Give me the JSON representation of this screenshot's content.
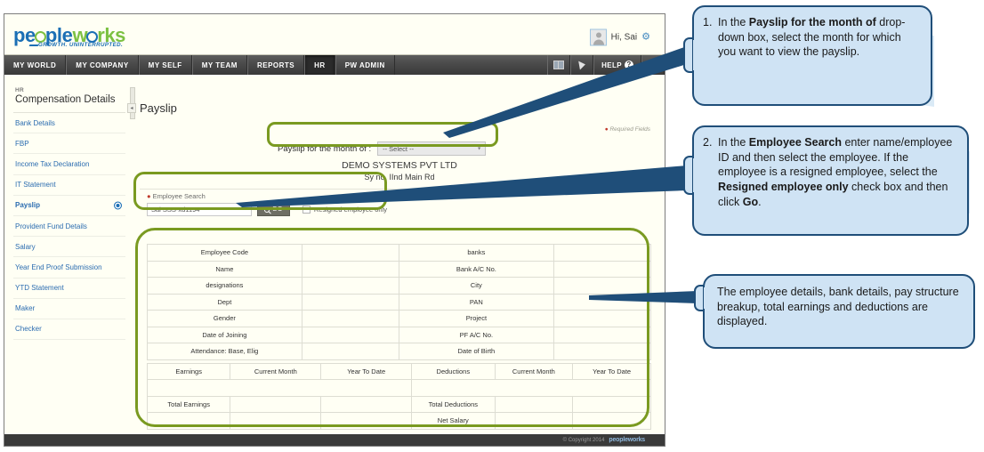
{
  "header": {
    "logo_text_1": "pe",
    "logo_text_2": "ple",
    "logo_text_3": "rks",
    "tagline": "GROWTH. UNINTERRUPTED.",
    "greeting": "Hi, Sai",
    "gear_icon": "gear-icon",
    "avatar_icon": "avatar-icon"
  },
  "nav": {
    "tabs": [
      {
        "label": "MY WORLD",
        "active": false
      },
      {
        "label": "MY COMPANY",
        "active": false
      },
      {
        "label": "MY SELF",
        "active": false
      },
      {
        "label": "MY TEAM",
        "active": false
      },
      {
        "label": "REPORTS",
        "active": false
      },
      {
        "label": "HR",
        "active": true
      },
      {
        "label": "PW ADMIN",
        "active": false
      }
    ],
    "right_icons": [
      {
        "name": "book-icon"
      },
      {
        "name": "flag-icon"
      }
    ],
    "help_label": "HELP",
    "help_icon": "question-mark-icon",
    "menu_icon": "menu-icon"
  },
  "sidebar": {
    "kicker": "HR",
    "title": "Compensation Details",
    "items": [
      {
        "label": "Bank Details",
        "active": false
      },
      {
        "label": "FBP",
        "active": false
      },
      {
        "label": "Income Tax Declaration",
        "active": false
      },
      {
        "label": "IT Statement",
        "active": false
      },
      {
        "label": "Payslip",
        "active": true
      },
      {
        "label": "Provident Fund Details",
        "active": false
      },
      {
        "label": "Salary",
        "active": false
      },
      {
        "label": "Year End Proof Submission",
        "active": false
      },
      {
        "label": "YTD Statement",
        "active": false
      },
      {
        "label": "Maker",
        "active": false
      },
      {
        "label": "Checker",
        "active": false
      }
    ],
    "collapse_icon": "chevron-left-icon"
  },
  "content": {
    "page_title": "Payslip",
    "required_note": "Required Fields",
    "month_label": "Payslip for the month of :",
    "month_value": "-- Select --",
    "month_caret": "chevron-down-icon",
    "company_name": "DEMO SYSTEMS PVT LTD",
    "company_address": "Sy no, IInd Main Rd",
    "search_label": "Employee Search",
    "search_value": "Sai SSS-xd1194",
    "search_placeholder": "Employee Search",
    "go_label": "GO",
    "go_icon": "search-icon",
    "resigned_label": "Resigned employee only",
    "resigned_checked": false
  },
  "details_table": {
    "rows": [
      {
        "left_label": "Employee Code",
        "left_value": "",
        "right_label": "banks",
        "right_value": ""
      },
      {
        "left_label": "Name",
        "left_value": "",
        "right_label": "Bank A/C No.",
        "right_value": ""
      },
      {
        "left_label": "designations",
        "left_value": "",
        "right_label": "City",
        "right_value": ""
      },
      {
        "left_label": "Dept",
        "left_value": "",
        "right_label": "PAN",
        "right_value": ""
      },
      {
        "left_label": "Gender",
        "left_value": "",
        "right_label": "Project",
        "right_value": ""
      },
      {
        "left_label": "Date of Joining",
        "left_value": "",
        "right_label": "PF A/C No.",
        "right_value": ""
      },
      {
        "left_label": "Attendance: Base, Elig",
        "left_value": "",
        "right_label": "Date of Birth",
        "right_value": ""
      }
    ]
  },
  "earnings_table": {
    "headers": [
      "Earnings",
      "Current Month",
      "Year To Date",
      "Deductions",
      "Current Month",
      "Year To Date"
    ],
    "total_earnings_label": "Total Earnings",
    "total_earnings_cm": "",
    "total_earnings_ytd": "",
    "total_deductions_label": "Total Deductions",
    "total_deductions_cm": "",
    "total_deductions_ytd": "",
    "net_salary_label": "Net Salary",
    "net_salary_cm": "",
    "net_salary_ytd": ""
  },
  "footer": {
    "copyright": "© Copyright 2014",
    "logo": "peopleworks"
  },
  "callouts": [
    {
      "number": "1.",
      "part1": "In the ",
      "bold1": "Payslip for the month of",
      "part2": " drop-down box, select the month for which you want to view the payslip."
    },
    {
      "number": "2.",
      "part1": "In the ",
      "bold1": "Employee Search",
      "part2": " enter name/employee ID and then select the employee. If the employee is a resigned employee, select the ",
      "bold2": "Resigned employee only",
      "part3": " check box and then click ",
      "bold3": "Go",
      "part4": "."
    },
    {
      "number": "",
      "text": "The employee details, bank details, pay structure breakup, total earnings and deductions are displayed."
    }
  ],
  "colors": {
    "highlight_ring": "#7a9a21",
    "callout_fill": "#cfe3f4",
    "callout_border": "#1f4e79",
    "brand_blue": "#1b6fb5",
    "brand_green": "#7cc142",
    "required_red": "#c0392b"
  }
}
